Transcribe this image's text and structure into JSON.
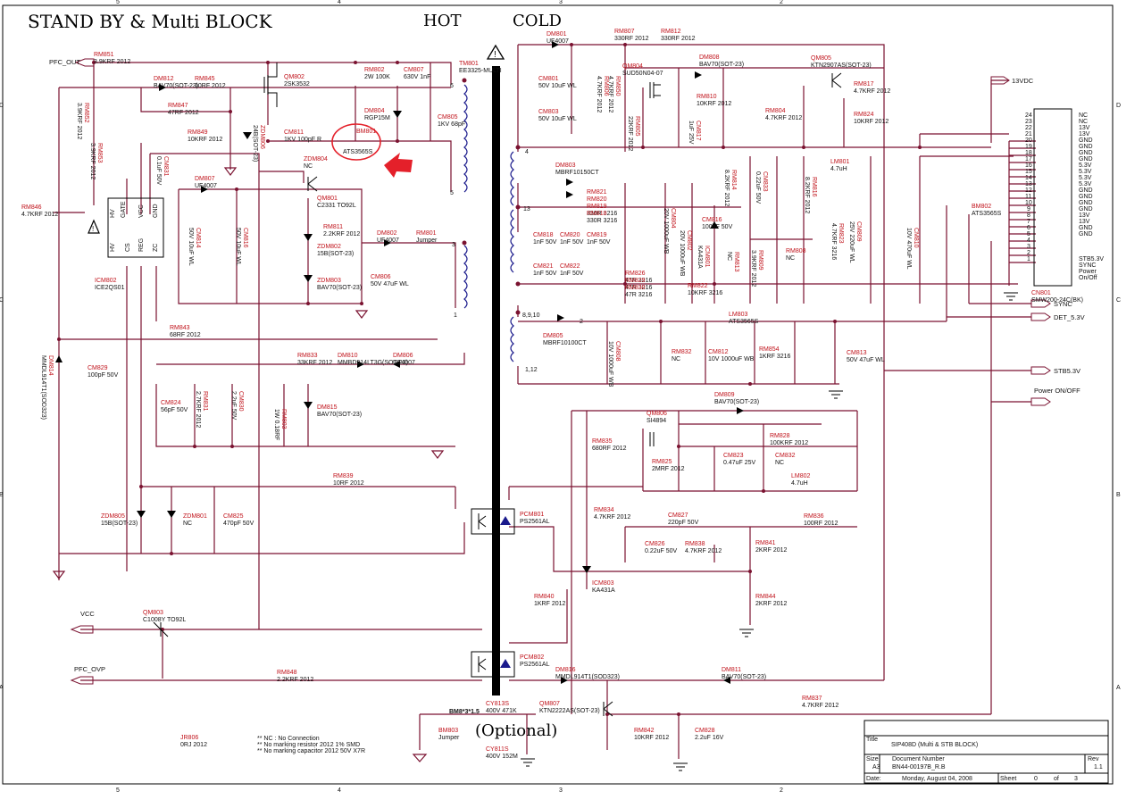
{
  "title": "STAND BY & Multi BLOCK",
  "sides": {
    "hot": "HOT",
    "cold": "COLD"
  },
  "border": {
    "cols": [
      "5",
      "4",
      "3",
      "2"
    ],
    "rows": [
      "D",
      "C",
      "B",
      "A"
    ]
  },
  "nets": {
    "pfc_out": "PFC_OUT",
    "vcc": "VCC",
    "pfc_ovp": "PFC_OVP",
    "v13vdc": "13VDC",
    "sync": "SYNC",
    "det": "DET_5.3V",
    "stb": "STB5.3V",
    "power": "Power ON/OFF"
  },
  "parts": {
    "RM851": {
      "ref": "RM851",
      "val": "3.9KRF 2012"
    },
    "RM852": {
      "ref": "RM852",
      "val": "3.9KRF 2012"
    },
    "RM853": {
      "ref": "RM853",
      "val": "3.9KRF 2012"
    },
    "DM812": {
      "ref": "DM812",
      "val": "BAV70(SOT-23)"
    },
    "RM845": {
      "ref": "RM845",
      "val": "10RF 2012"
    },
    "RM847": {
      "ref": "RM847",
      "val": "47RF 2012"
    },
    "RM849": {
      "ref": "RM849",
      "val": "10KRF 2012"
    },
    "QM802": {
      "ref": "QM802",
      "val": "2SK3532"
    },
    "ZDM806": {
      "ref": "ZDM806",
      "val": "24B(SOT-23)"
    },
    "CM811": {
      "ref": "CM811",
      "val": "1KV 100pF R"
    },
    "RM802": {
      "ref": "RM802",
      "val": "2W 100K"
    },
    "CM807": {
      "ref": "CM807",
      "val": "630V 1nF"
    },
    "DM804": {
      "ref": "DM804",
      "val": "RGP15M"
    },
    "CM805": {
      "ref": "CM805",
      "val": "1KV 68pF"
    },
    "BM801": {
      "ref": "BM801",
      "val": "ATS3565S"
    },
    "TM801": {
      "ref": "TM801",
      "val": "EE3325-MULTI"
    },
    "CM831": {
      "ref": "CM831",
      "val": "0.1uF 50V"
    },
    "DM807": {
      "ref": "DM807",
      "val": "UF4007"
    },
    "ZDM804": {
      "ref": "ZDM804",
      "val": "NC"
    },
    "QM801": {
      "ref": "QM801",
      "val": "C2331 TO92L"
    },
    "RM811": {
      "ref": "RM811",
      "val": "2.2KRF 2012"
    },
    "ZDM802": {
      "ref": "ZDM802",
      "val": "15B(SOT-23)"
    },
    "ZDM803": {
      "ref": "ZDM803",
      "val": "BAV70(SOT-23)"
    },
    "DM802": {
      "ref": "DM802",
      "val": "UF4007"
    },
    "RM801": {
      "ref": "RM801",
      "val": "Jumper"
    },
    "CM806": {
      "ref": "CM806",
      "val": "50V 47uF WL"
    },
    "RM846": {
      "ref": "RM846",
      "val": "4.7KRF 2012"
    },
    "ICM802": {
      "ref": "ICM802",
      "val": "ICE2QS01"
    },
    "CM814": {
      "ref": "CM814",
      "val": "50V 10uF WL"
    },
    "CM816": {
      "ref": "CM816",
      "val": "50V 10uF WL"
    },
    "RM843": {
      "ref": "RM843",
      "val": "68RF 2012"
    },
    "DM814": {
      "ref": "DM814",
      "val": "MMDL914T1(SOD323)"
    },
    "CM829": {
      "ref": "CM829",
      "val": "100pF 50V"
    },
    "RM833": {
      "ref": "RM833",
      "val": "33KRF 2012"
    },
    "DM810": {
      "ref": "DM810",
      "val": "MMBD914LT3G(SOT-23)"
    },
    "DM806": {
      "ref": "DM806",
      "val": "UF4007"
    },
    "CM824": {
      "ref": "CM824",
      "val": "56pF 50V"
    },
    "RM831": {
      "ref": "RM831",
      "val": "2.7KRF 2012"
    },
    "CM830": {
      "ref": "CM830",
      "val": "2.2uF 50V"
    },
    "RM803": {
      "ref": "RM803",
      "val": "1W 0.18RF"
    },
    "DM815": {
      "ref": "DM815",
      "val": "BAV70(SOT-23)"
    },
    "RM839": {
      "ref": "RM839",
      "val": "10RF 2012"
    },
    "ZDM805": {
      "ref": "ZDM805",
      "val": "15B(SOT-23)"
    },
    "ZDM801": {
      "ref": "ZDM801",
      "val": "NC"
    },
    "CM825": {
      "ref": "CM825",
      "val": "470pF 50V"
    },
    "QM803": {
      "ref": "QM803",
      "val": "C1008Y TO92L"
    },
    "RM848": {
      "ref": "RM848",
      "val": "2.2KRF 2012"
    },
    "JR806": {
      "ref": "JR806",
      "val": "0RJ 2012"
    },
    "DM801": {
      "ref": "DM801",
      "val": "UF4007"
    },
    "RM807": {
      "ref": "RM807",
      "val": "330RF 2012"
    },
    "RM812": {
      "ref": "RM812",
      "val": "330RF 2012"
    },
    "CM801": {
      "ref": "CM801",
      "val": "50V 10uF WL"
    },
    "CM803": {
      "ref": "CM803",
      "val": "50V 10uF WL"
    },
    "RM806": {
      "ref": "RM806",
      "val": "4.7KRF 2012"
    },
    "RM850": {
      "ref": "RM850",
      "val": "4.7KRF 2012"
    },
    "QM804": {
      "ref": "QM804",
      "val": "SUD50N04-07"
    },
    "RM805": {
      "ref": "RM805",
      "val": "22KRF 2012"
    },
    "DM808": {
      "ref": "DM808",
      "val": "BAV70(SOT-23)"
    },
    "RM810": {
      "ref": "RM810",
      "val": "10KRF 2012"
    },
    "CM817": {
      "ref": "CM817",
      "val": "1uF 25V"
    },
    "QM805": {
      "ref": "QM805",
      "val": "KTN2907AS(SOT-23)"
    },
    "RM817": {
      "ref": "RM817",
      "val": "4.7KRF 2012"
    },
    "RM804": {
      "ref": "RM804",
      "val": "4.7KRF 2012"
    },
    "RM824": {
      "ref": "RM824",
      "val": "10KRF 2012"
    },
    "DM803": {
      "ref": "DM803",
      "val": "MBRF10150CT"
    },
    "RM821": {
      "ref": "RM821",
      "val": ""
    },
    "RM820": {
      "ref": "RM820",
      "val": ""
    },
    "RM819": {
      "ref": "RM819",
      "val": "330R 3216"
    },
    "RM818": {
      "ref": "RM818",
      "val": "330R 3216"
    },
    "CM818": {
      "ref": "CM818",
      "val": "1nF 50V"
    },
    "CM820": {
      "ref": "CM820",
      "val": "1nF 50V"
    },
    "CM819": {
      "ref": "CM819",
      "val": "1nF 50V"
    },
    "CM804": {
      "ref": "CM804",
      "val": "20V 1000uF WB"
    },
    "CM802": {
      "ref": "CM802",
      "val": "20V 1000uF WB"
    },
    "RM814": {
      "ref": "RM814",
      "val": "8.2KRF 2012"
    },
    "CM833": {
      "ref": "CM833",
      "val": "0.22uF 50V"
    },
    "RM816": {
      "ref": "RM816",
      "val": "8.2KRF 2012"
    },
    "LM801": {
      "ref": "LM801",
      "val": "4.7uH"
    },
    "CM816b": {
      "ref": "CM816",
      "val": "100nF 50V"
    },
    "ICM801": {
      "ref": "ICM801",
      "val": "KA431A"
    },
    "RM813": {
      "ref": "RM813",
      "val": "NC"
    },
    "RM809": {
      "ref": "RM809",
      "val": "3.9KRF 2012"
    },
    "RM808": {
      "ref": "RM808",
      "val": "NC"
    },
    "RM823": {
      "ref": "RM823",
      "val": "4.7KRF 3216"
    },
    "CM809": {
      "ref": "CM809",
      "val": "25V 220uF WL"
    },
    "CM810": {
      "ref": "CM810",
      "val": "10V 470uF WL"
    },
    "BM802": {
      "ref": "BM802",
      "val": "ATS3565S"
    },
    "CN801": {
      "ref": "CN801",
      "val": "SMW200-24C(BK)"
    },
    "CM821": {
      "ref": "CM821",
      "val": "1nF 50V"
    },
    "CM822": {
      "ref": "CM822",
      "val": "1nF 50V"
    },
    "RM826": {
      "ref": "RM826",
      "val": "47R 3216"
    },
    "RM829": {
      "ref": "RM829",
      "val": "47R 3216"
    },
    "RM830": {
      "ref": "RM830",
      "val": "47R 3216"
    },
    "RM822": {
      "ref": "RM822",
      "val": "10KRF 3216"
    },
    "DM805": {
      "ref": "DM805",
      "val": "MBRF10100CT"
    },
    "CM808": {
      "ref": "CM808",
      "val": "10V 1000uF WB"
    },
    "LM803": {
      "ref": "LM803",
      "val": "ATS3565S"
    },
    "RM832": {
      "ref": "RM832",
      "val": "NC"
    },
    "CM812": {
      "ref": "CM812",
      "val": "10V 1000uF WB"
    },
    "RM854": {
      "ref": "RM854",
      "val": "1KRF 3216"
    },
    "CM813": {
      "ref": "CM813",
      "val": "50V 47uF WL"
    },
    "DM809": {
      "ref": "DM809",
      "val": "BAV70(SOT-23)"
    },
    "QM806": {
      "ref": "QM806",
      "val": "SI4894"
    },
    "RM828": {
      "ref": "RM828",
      "val": "100KRF 2012"
    },
    "RM835": {
      "ref": "RM835",
      "val": "680RF 2012"
    },
    "RM825": {
      "ref": "RM825",
      "val": "2MRF 2012"
    },
    "CM823": {
      "ref": "CM823",
      "val": "0.47uF 25V"
    },
    "CM832": {
      "ref": "CM832",
      "val": "NC"
    },
    "LM802": {
      "ref": "LM802",
      "val": "4.7uH"
    },
    "PCM801": {
      "ref": "PCM801",
      "val": "PS2561AL"
    },
    "RM834": {
      "ref": "RM834",
      "val": "4.7KRF 2012"
    },
    "CM827": {
      "ref": "CM827",
      "val": "220pF 50V"
    },
    "CM826": {
      "ref": "CM826",
      "val": "0.22uF 50V"
    },
    "RM838": {
      "ref": "RM838",
      "val": "4.7KRF 2012"
    },
    "RM836": {
      "ref": "RM836",
      "val": "100RF 2012"
    },
    "RM841": {
      "ref": "RM841",
      "val": "2KRF 2012"
    },
    "ICM803": {
      "ref": "ICM803",
      "val": "KA431A"
    },
    "RM840": {
      "ref": "RM840",
      "val": "1KRF 2012"
    },
    "RM844": {
      "ref": "RM844",
      "val": "2KRF 2012"
    },
    "PCM802": {
      "ref": "PCM802",
      "val": "PS2561AL"
    },
    "DM816": {
      "ref": "DM816",
      "val": "MMDL914T1(SOD323)"
    },
    "DM811": {
      "ref": "DM811",
      "val": "BAV70(SOT-23)"
    },
    "QM807": {
      "ref": "QM807",
      "val": "KTN2222AS(SOT-23)"
    },
    "RM837": {
      "ref": "RM837",
      "val": "4.7KRF 2012"
    },
    "RM842": {
      "ref": "RM842",
      "val": "10KRF 2012"
    },
    "CM828": {
      "ref": "CM828",
      "val": "2.2uF 16V"
    },
    "CY813S": {
      "ref": "CY813S",
      "val": "400V 471K"
    },
    "CY811S": {
      "ref": "CY811S",
      "val": "400V 152M"
    },
    "BM803": {
      "ref": "BM803",
      "val": "Jumper"
    }
  },
  "ic_pins": {
    "icm802": {
      "gate": "GATE",
      "hv": "HV",
      "vcc": "VCC",
      "gnd": "GND",
      "cs": "CS",
      "reg": "REG",
      "zc": "ZC",
      "hv2": "HV"
    }
  },
  "transformer_pins": [
    "6",
    "5",
    "4",
    "13",
    "8,9,10",
    "1,12",
    "3",
    "1",
    "2"
  ],
  "misc": {
    "bm801_label": "BM801",
    "optional": "(Optional)",
    "bm_1_5": "BM8*3*1.5",
    "notes": [
      "** NC : No Connection",
      "** No marking resistor 2012 1% SMD",
      "** No marking capacitor 2012 50V X7R"
    ]
  },
  "connector": {
    "pins": [
      "24",
      "23",
      "22",
      "21",
      "20",
      "19",
      "18",
      "17",
      "16",
      "15",
      "14",
      "13",
      "12",
      "11",
      "10",
      "9",
      "8",
      "7",
      "6",
      "5",
      "4",
      "3",
      "2",
      "1"
    ],
    "labels": [
      "NC",
      "NC",
      "13V",
      "13V",
      "GND",
      "GND",
      "GND",
      "GND",
      "5.3V",
      "5.3V",
      "5.3V",
      "5.3V",
      "GND",
      "GND",
      "GND",
      "GND",
      "13V",
      "13V",
      "GND",
      "GND",
      "STB5.3V",
      "SYNC",
      "Power",
      "On/Off"
    ]
  },
  "title_block": {
    "title_label": "Title",
    "title": "SIP408D (Multi & STB BLOCK)",
    "size_label": "Size",
    "size": "A3",
    "docnum_label": "Document Number",
    "docnum": "BN44-00197B_R.B",
    "rev_label": "Rev",
    "rev": "1.1",
    "date_label": "Date:",
    "date": "Monday, August 04, 2008",
    "sheet_label": "Sheet",
    "sheet": "0",
    "of_label": "of",
    "of": "3"
  },
  "colors": {
    "wire": "#7a1230",
    "ref": "#c0121a",
    "arrow": "#e4202a",
    "circle": "#e4202a",
    "isolation": "#000000"
  }
}
